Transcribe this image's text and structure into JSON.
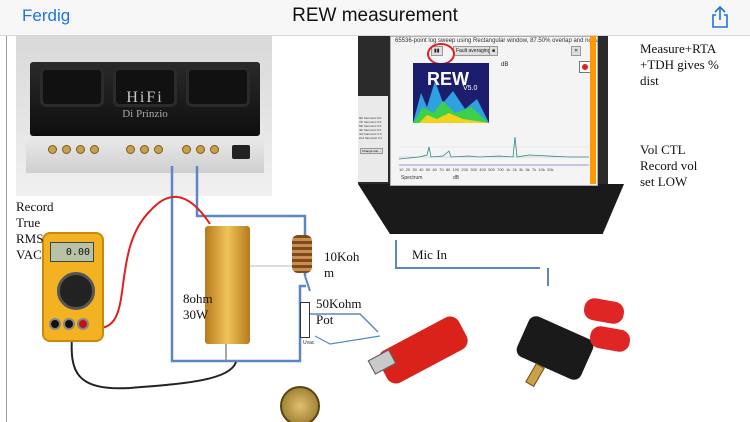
{
  "nav": {
    "back_label": "Ferdig",
    "title": "REW measurement"
  },
  "amplifier": {
    "brand": "HiFi",
    "brand_sub": "Di Prinzio"
  },
  "rew_window": {
    "title": "65536-point log sweep using Rectangular window, 87.50% overlap and no a...",
    "logo_text": "REW",
    "logo_version": "V5.0",
    "button_averaging": "Fault averaging",
    "db_label": "dB",
    "legend_series": "Spectrum",
    "axis_ticks": [
      "10",
      "20",
      "30",
      "40",
      "50",
      "60",
      "70",
      "80",
      "100",
      "200",
      "300",
      "400",
      "500",
      "700",
      "1k",
      "2k",
      "3k",
      "5k",
      "7k",
      "10k",
      "20k"
    ],
    "side_items": [
      "9th harmonic 0.0",
      "7th harmonic 0.0",
      "5th harmonic 0.0",
      "4th harmonic 0.0",
      "3rd harmonic 0.0",
      "2nd harmonic 0.1"
    ],
    "side_button": "Change Car..."
  },
  "meter": {
    "display_value": "0.00"
  },
  "notes": {
    "measure_line1": "Measure+RTA",
    "measure_line2": "+TDH gives %",
    "measure_line3": "dist",
    "volctl_line1": "Vol CTL",
    "volctl_line2": "Record vol",
    "volctl_line3": "set LOW",
    "record_line1": "Record",
    "record_line2": "True",
    "record_line3": "RMS",
    "record_line4": "VAC",
    "mic_in": "Mic In",
    "r10_line1": "10Koh",
    "r10_line2": "m",
    "r8_line1": "8ohm",
    "r8_line2": "30W",
    "pot_line1": "50Kohm",
    "pot_line2": "Pot",
    "uvac": "Uvac"
  },
  "colors": {
    "accent_blue": "#1a73e8",
    "wire_blue": "#5b87c5",
    "wire_red": "#e02020",
    "rew_orange": "#ff9900"
  }
}
